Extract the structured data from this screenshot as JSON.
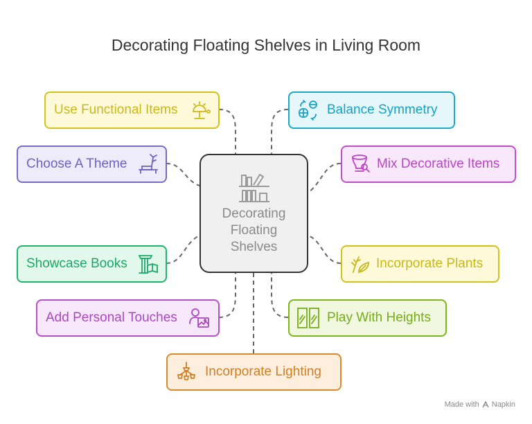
{
  "title": "Decorating Floating Shelves in Living Room",
  "center": {
    "label": "Decorating Floating Shelves",
    "icon": "bookshelf-icon"
  },
  "items": {
    "functional": {
      "label": "Use Functional Items",
      "icon": "desk-lamp-icon",
      "color": "#d3c21c"
    },
    "symmetry": {
      "label": "Balance Symmetry",
      "icon": "symmetry-icon",
      "color": "#1ba8c9"
    },
    "theme": {
      "label": "Choose A Theme",
      "icon": "theme-icon",
      "color": "#7b68c8"
    },
    "decorative": {
      "label": "Mix Decorative Items",
      "icon": "vase-icon",
      "color": "#c24dcb"
    },
    "books": {
      "label": "Showcase Books",
      "icon": "books-icon",
      "color": "#1fb46a"
    },
    "plants": {
      "label": "Incorporate Plants",
      "icon": "plant-icon",
      "color": "#d0c21c"
    },
    "personal": {
      "label": "Add Personal Touches",
      "icon": "photo-icon",
      "color": "#b450c8"
    },
    "heights": {
      "label": "Play With Heights",
      "icon": "heights-icon",
      "color": "#7cb51e"
    },
    "lighting": {
      "label": "Incorporate Lighting",
      "icon": "chandelier-icon",
      "color": "#d98a2e"
    }
  },
  "footer": {
    "text": "Made with",
    "brand": "Napkin"
  }
}
